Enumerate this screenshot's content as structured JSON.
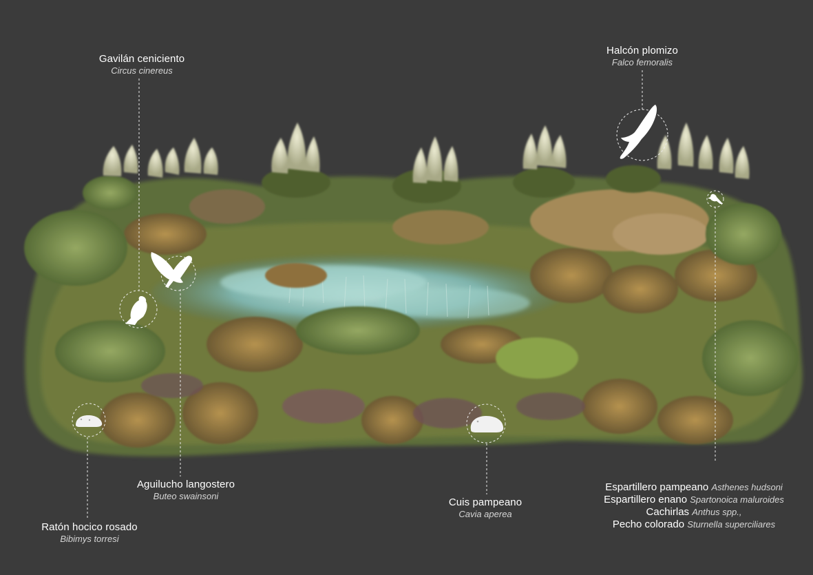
{
  "species": {
    "gavilan": {
      "common": "Gavilán ceniciento",
      "scientific": "Circus cinereus"
    },
    "halcon": {
      "common": "Halcón plomizo",
      "scientific": "Falco femoralis"
    },
    "aguilucho": {
      "common": "Aguilucho langostero",
      "scientific": "Buteo swainsoni"
    },
    "raton": {
      "common": "Ratón hocico rosado",
      "scientific": "Bibimys torresi"
    },
    "cuis": {
      "common": "Cuis pampeano",
      "scientific": "Cavia aperea"
    },
    "group": [
      {
        "common": "Espartillero pampeano",
        "scientific": "Asthenes hudsoni"
      },
      {
        "common": "Espartillero enano",
        "scientific": "Spartonoica maluroides"
      },
      {
        "common": "Cachirlas",
        "scientific": "Anthus spp.,"
      },
      {
        "common": "Pecho colorado",
        "scientific": "Sturnella superciliares"
      }
    ]
  },
  "icons": {
    "flying_hawk": "flying-hawk-icon",
    "flying_falcon": "flying-falcon-icon",
    "perched_bird": "perched-bird-icon",
    "small_bird": "small-bird-icon",
    "mouse": "mouse-icon",
    "guinea_pig": "guinea-pig-icon"
  },
  "colors": {
    "background": "#3b3b3b",
    "label_text": "#ffffff",
    "grass_tan": "#a98a4e",
    "grass_green": "#7e9150",
    "water": "#8fc7c0"
  }
}
